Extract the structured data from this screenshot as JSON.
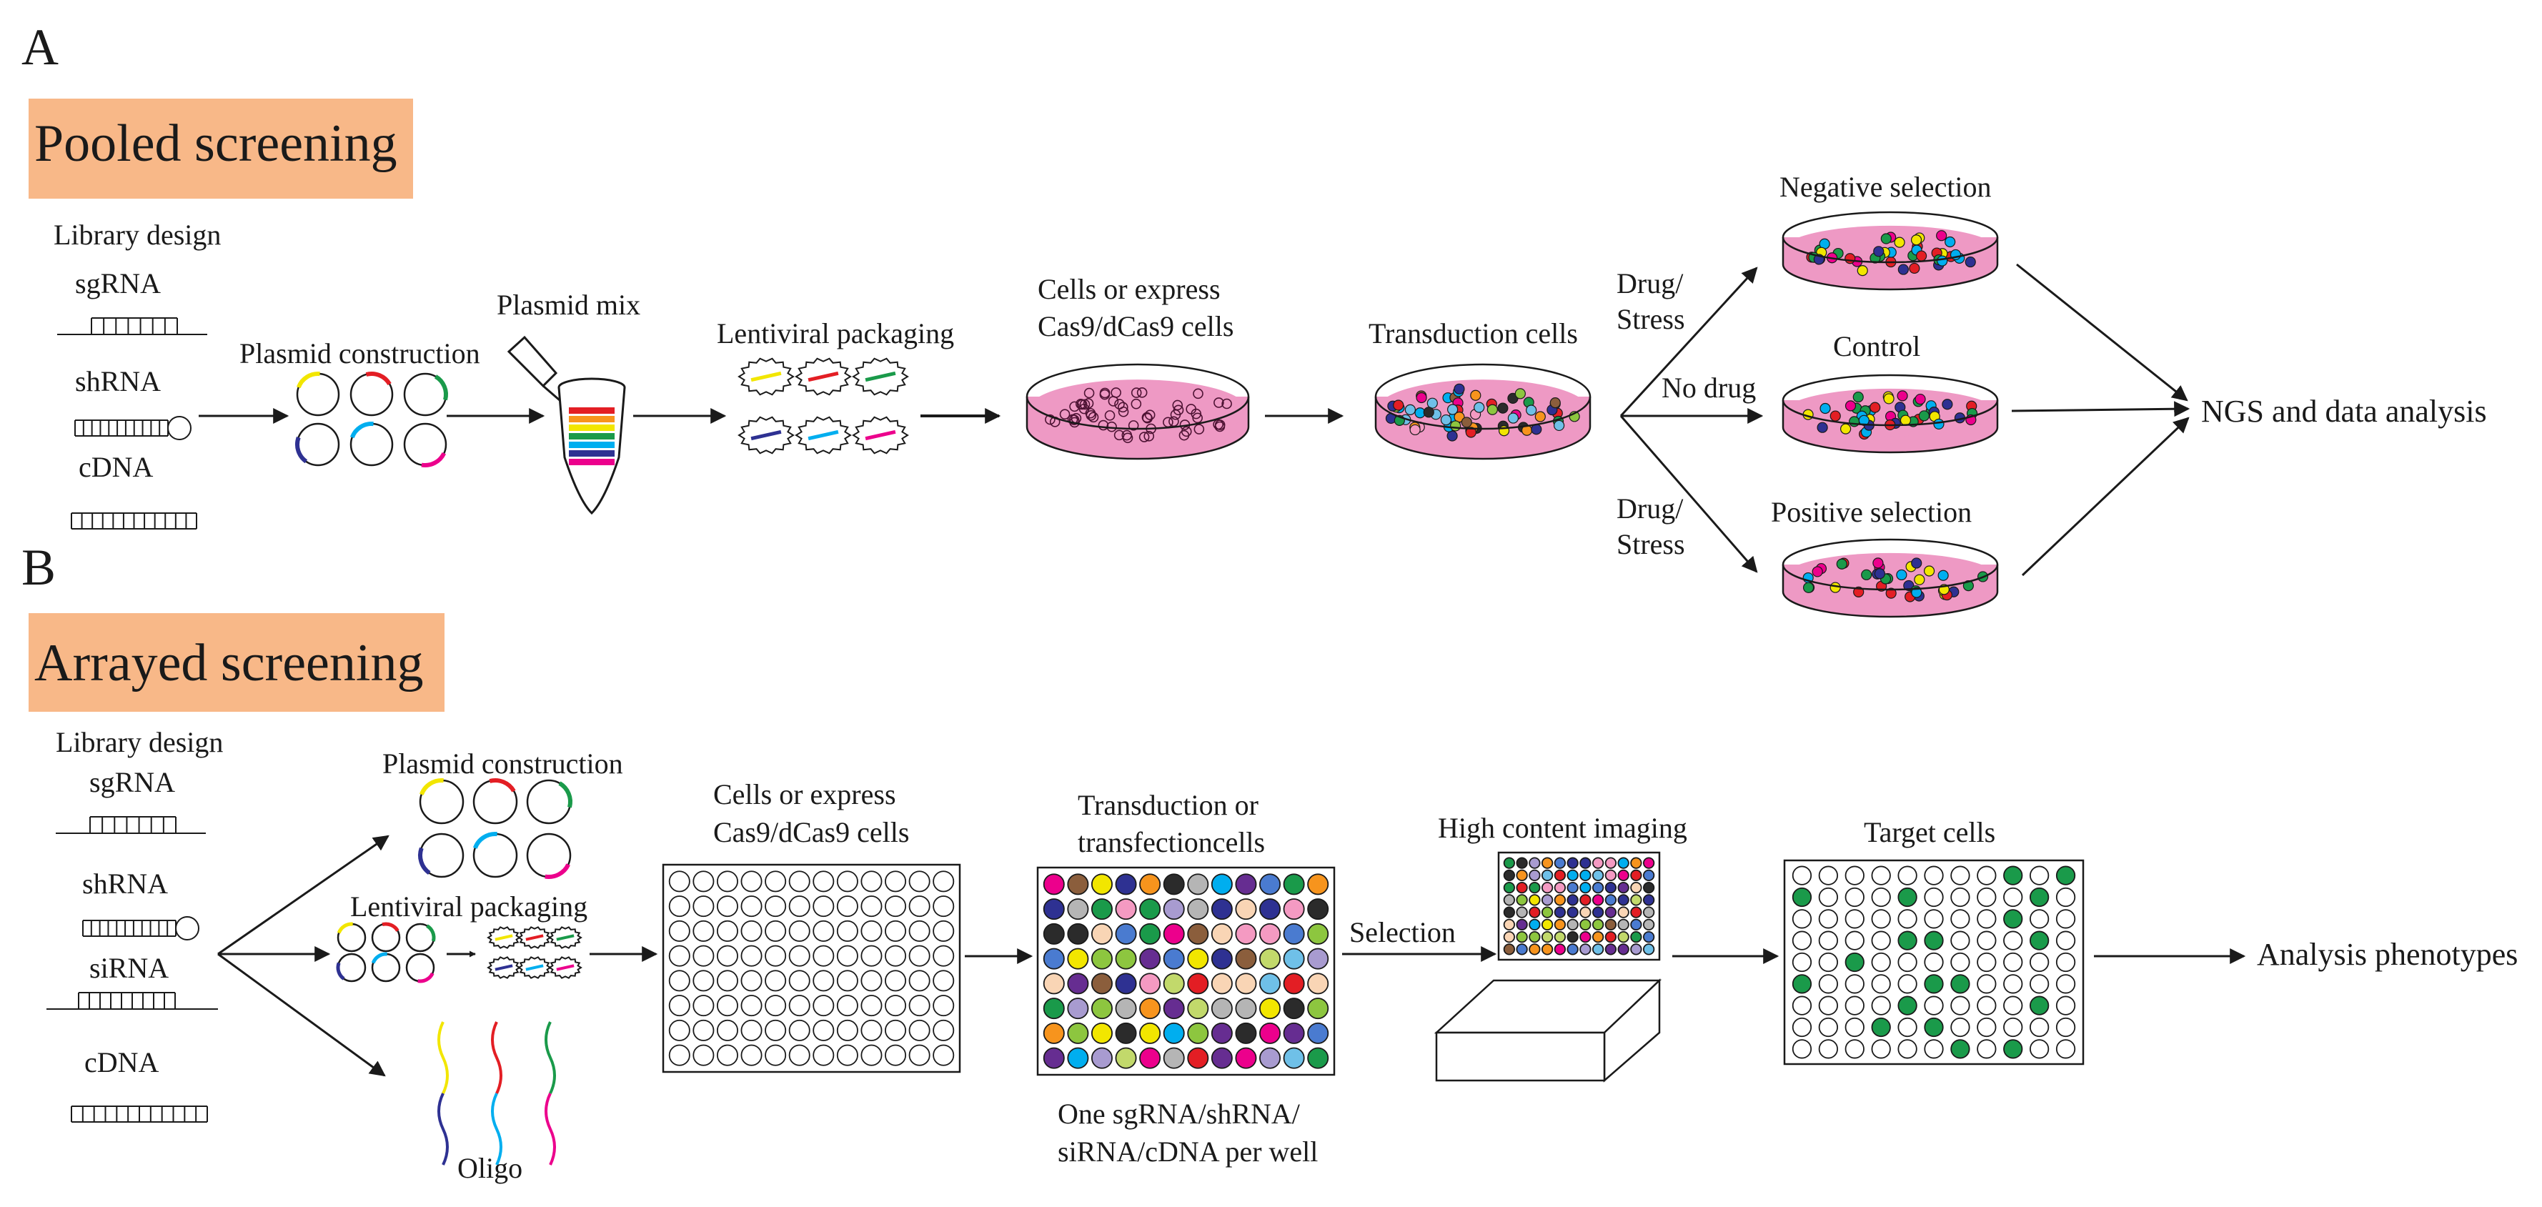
{
  "panel_a": {
    "letter": "A",
    "title": "Pooled screening",
    "library_design": "Library design",
    "sgrna": "sgRNA",
    "shrna": "shRNA",
    "cdna": "cDNA",
    "plasmid_construction": "Plasmid construction",
    "plasmid_mix": "Plasmid mix",
    "lentiviral_packaging": "Lentiviral packaging",
    "cells_line1": "Cells or express",
    "cells_line2": "Cas9/dCas9 cells",
    "transduction_cells": "Transduction cells",
    "drug_stress_top_1": "Drug/",
    "drug_stress_top_2": "Stress",
    "no_drug": "No drug",
    "drug_stress_bottom_1": "Drug/",
    "drug_stress_bottom_2": "Stress",
    "negative_selection": "Negative selection",
    "control": "Control",
    "positive_selection": "Positive selection",
    "ngs": "NGS and data analysis"
  },
  "panel_b": {
    "letter": "B",
    "title": "Arrayed screening",
    "library_design": "Library design",
    "sgrna": "sgRNA",
    "shrna": "shRNA",
    "sirna": "siRNA",
    "cdna": "cDNA",
    "plasmid_construction": "Plasmid construction",
    "lentiviral_packaging": "Lentiviral packaging",
    "oligo": "Oligo",
    "cells_line1": "Cells or express",
    "cells_line2": "Cas9/dCas9 cells",
    "transduction_line1": "Transduction or",
    "transduction_line2": "transfectioncells",
    "per_well_line1": "One sgRNA/shRNA/",
    "per_well_line2": "siRNA/cDNA per well",
    "selection": "Selection",
    "high_content_imaging": "High content imaging",
    "target_cells": "Target cells",
    "analysis_phenotypes": "Analysis phenotypes"
  },
  "colors": {
    "title_box": "#f8b888",
    "dish_medium": "#ee99c4",
    "target_green": "#1a9a4a",
    "plasmid_colors": [
      "#f2e600",
      "#e31e24",
      "#1a9a4a",
      "#2e3192",
      "#00aeef",
      "#ec008c"
    ],
    "well_palette": [
      "#2b2b2b",
      "#e31e24",
      "#f7941d",
      "#f2e600",
      "#6fc0e8",
      "#1a9a4a",
      "#8dc63f",
      "#2e3192",
      "#ec008c",
      "#f49ac2",
      "#00aeef",
      "#8b5e3c",
      "#a89bd0",
      "#b5b5b5",
      "#f9d5b5",
      "#662d91",
      "#c2d96b",
      "#4a7bd0"
    ]
  },
  "icons": [
    "petri-dish-icon",
    "plasmid-icon",
    "lentivirus-icon",
    "tube-icon",
    "pipette-icon",
    "well-plate-icon",
    "microscope-stage-icon"
  ],
  "target_plate_positive_wells": [
    [
      0,
      8
    ],
    [
      0,
      10
    ],
    [
      1,
      0
    ],
    [
      1,
      4
    ],
    [
      1,
      9
    ],
    [
      2,
      8
    ],
    [
      3,
      4
    ],
    [
      3,
      5
    ],
    [
      3,
      9
    ],
    [
      4,
      2
    ],
    [
      5,
      0
    ],
    [
      5,
      5
    ],
    [
      5,
      6
    ],
    [
      6,
      4
    ],
    [
      6,
      9
    ],
    [
      7,
      3
    ],
    [
      7,
      5
    ],
    [
      8,
      6
    ],
    [
      8,
      8
    ]
  ]
}
